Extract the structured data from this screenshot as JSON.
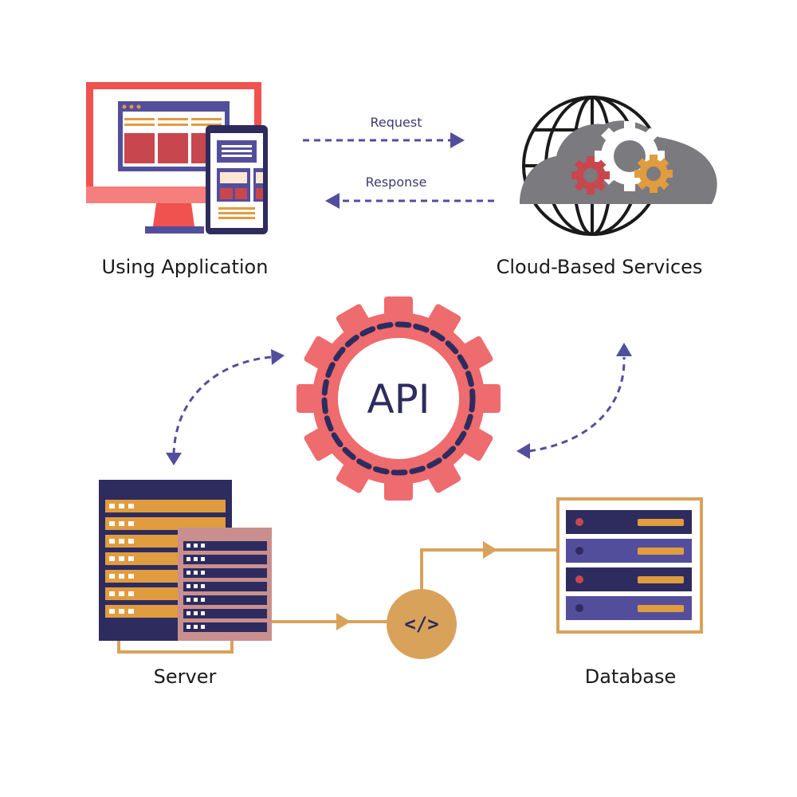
{
  "nodes": {
    "app": {
      "label": "Using Application"
    },
    "cloud": {
      "label": "Cloud-Based Services"
    },
    "api": {
      "label": "API"
    },
    "server": {
      "label": "Server"
    },
    "database": {
      "label": "Database"
    },
    "code": {
      "label": "</>"
    }
  },
  "edges": {
    "request": {
      "label": "Request"
    },
    "response": {
      "label": "Response"
    }
  },
  "colors": {
    "navy": "#2e2c5e",
    "purple": "#534e9c",
    "coral": "#ee6b6e",
    "red": "#f0524f",
    "gold": "#e09c3f",
    "mustard": "#d9a25a",
    "gray": "#7b7a7e",
    "pink": "#c98f8f"
  },
  "icons": {
    "app": "monitor-with-phone-icon",
    "cloud": "globe-cloud-gears-icon",
    "api": "gear-icon",
    "server": "server-rack-icon",
    "database": "database-icon",
    "code": "code-icon"
  }
}
